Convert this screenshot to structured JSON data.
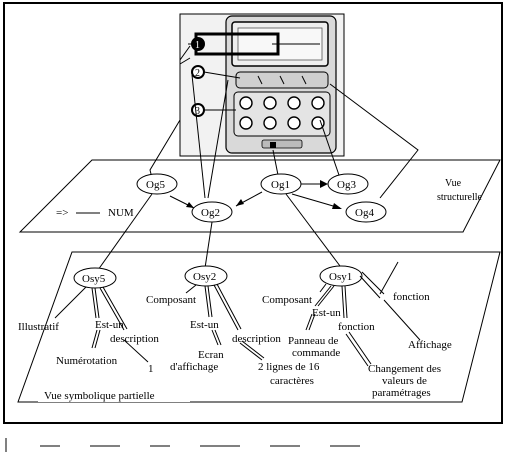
{
  "planes": {
    "structural_label_line1": "Vue",
    "structural_label_line2": "structurelle",
    "symbolic_label": "Vue symbolique partielle"
  },
  "legend": {
    "arrow": "=>",
    "text": "NUM"
  },
  "device": {
    "callouts": [
      "1",
      "2",
      "3"
    ]
  },
  "structural_nodes": [
    "Og5",
    "Og2",
    "Og1",
    "Og3",
    "Og4"
  ],
  "symbolic_nodes": [
    "Osy5",
    "Osy2",
    "Osy1"
  ],
  "osy5_labels": {
    "illustratif": "Illustratif",
    "est_un": "Est-un",
    "description": "description",
    "numerotation": "Numérotation",
    "one": "1"
  },
  "osy2_labels": {
    "composant": "Composant",
    "est_un": "Est-un",
    "description": "description",
    "ecran_1": "Ecran",
    "ecran_2": "d'affichage",
    "lignes_1": "2 lignes de 16",
    "lignes_2": "caractères"
  },
  "osy1_labels": {
    "composant": "Composant",
    "est_un": "Est-un",
    "fonction_a": "fonction",
    "fonction_b": "fonction",
    "panneau_1": "Panneau de",
    "panneau_2": "commande",
    "changement_1": "Changement des",
    "changement_2": "valeurs de",
    "changement_3": "paramétrages",
    "affichage": "Affichage"
  }
}
